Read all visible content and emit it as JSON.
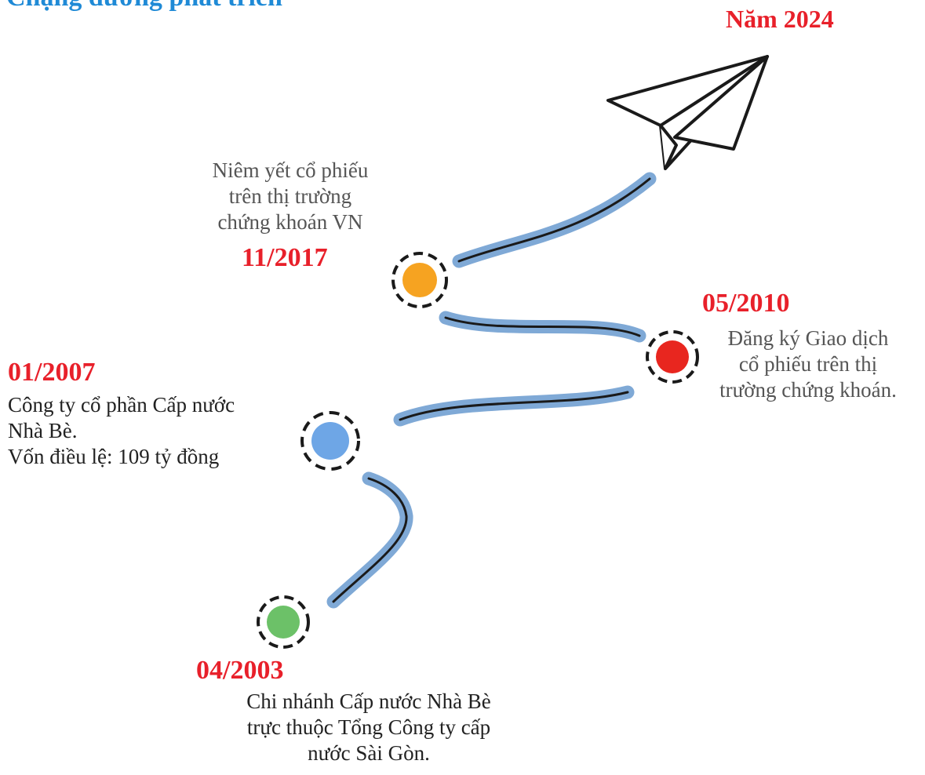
{
  "title": "Chặng đường phát triển",
  "target_year": "Năm 2024",
  "milestones": [
    {
      "date": "04/2003",
      "lines": [
        "Chi nhánh Cấp nước Nhà Bè",
        "trực thuộc Tổng Công ty cấp",
        "nước Sài Gòn."
      ],
      "color": "#6cc168"
    },
    {
      "date": "01/2007",
      "lines": [
        "Công ty cổ phần Cấp nước",
        "Nhà Bè.",
        "Vốn điều lệ: 109 tỷ đồng"
      ],
      "color": "#6ea6e6"
    },
    {
      "date": "05/2010",
      "lines": [
        "Đăng ký Giao dịch",
        "cổ phiếu trên thị",
        "trường chứng khoán."
      ],
      "color": "#e8261f"
    },
    {
      "date": "11/2017",
      "lines": [
        "Niêm yết cổ phiếu",
        "trên thị trường",
        "chứng khoán VN"
      ],
      "color": "#f6a321"
    }
  ],
  "colors": {
    "accent_red": "#e8202a",
    "title_blue": "#1f8ad6",
    "path_blue": "#7fa9d6"
  }
}
